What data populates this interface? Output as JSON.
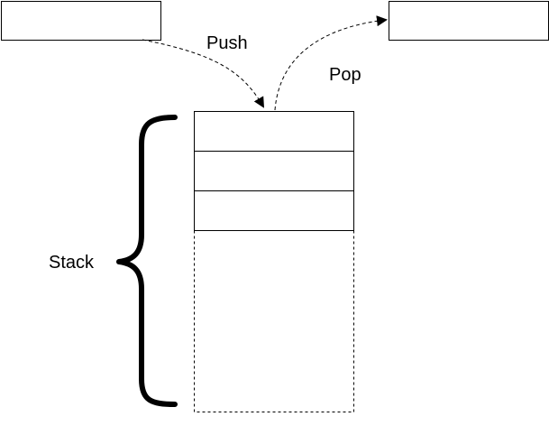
{
  "diagram": {
    "push_label": "Push",
    "pop_label": "Pop",
    "stack_label": "Stack",
    "colors": {
      "stroke": "#000000",
      "background": "#ffffff"
    }
  }
}
